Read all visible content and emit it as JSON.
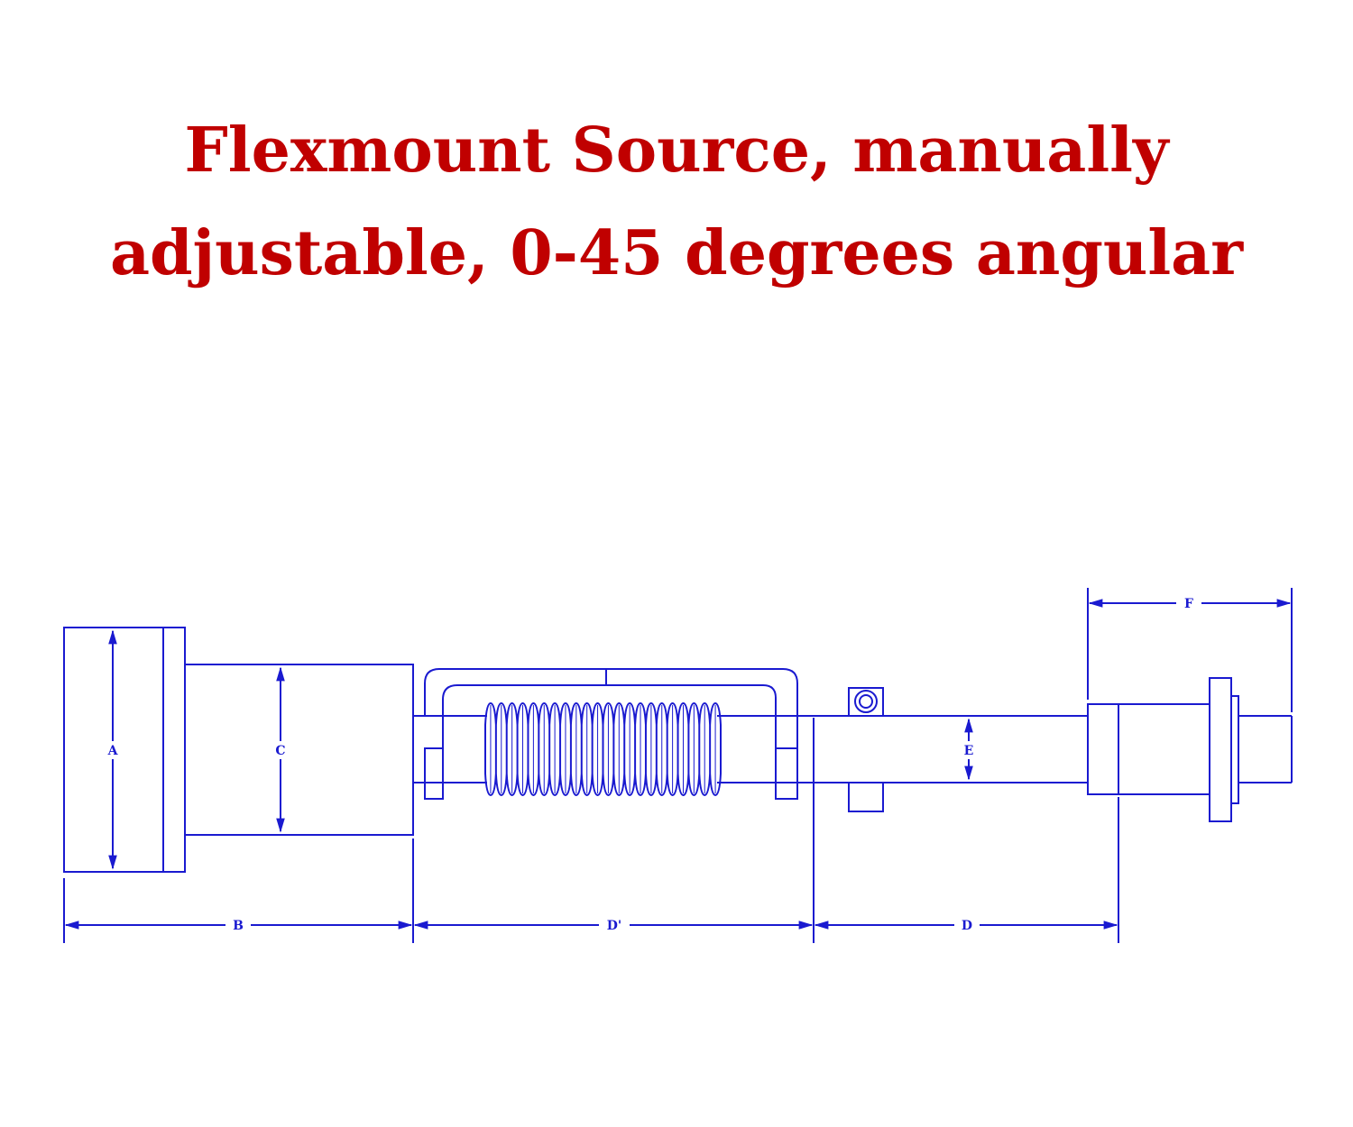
{
  "title": {
    "line1": "Flexmount Source, manually",
    "line2": "adjustable, 0-45 degrees angular"
  },
  "colors": {
    "title": "#c00000",
    "line": "#1a1ad0",
    "background": "#ffffff"
  },
  "dimensions": {
    "a": "A",
    "b": "B",
    "c": "C",
    "d_prime": "D'",
    "d": "D",
    "e": "E",
    "f": "F"
  }
}
